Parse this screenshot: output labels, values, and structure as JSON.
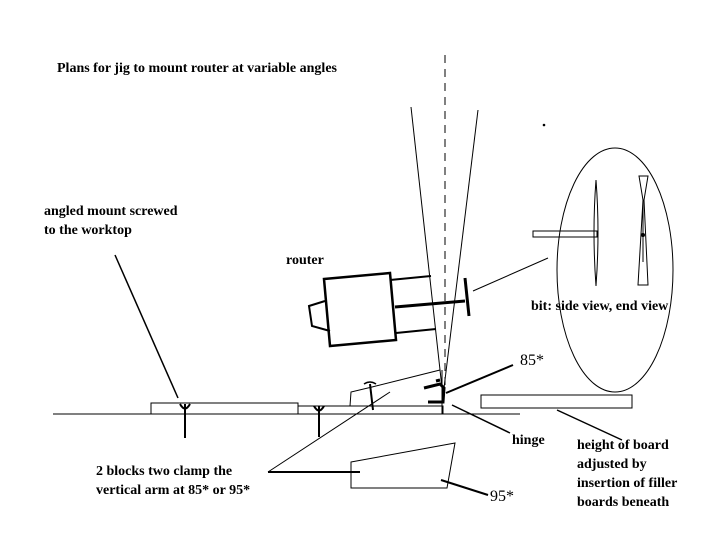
{
  "title": "Plans for jig to mount router at variable angles",
  "labels": {
    "angled_mount_line1": "angled mount screwed",
    "angled_mount_line2": "to the worktop",
    "router": "router",
    "bit_views": "bit: side view, end view",
    "angle_85": "85*",
    "hinge": "hinge",
    "angle_95": "95*",
    "blocks_line1": "2 blocks two clamp the",
    "blocks_line2": "vertical arm at 85* or 95*",
    "board_line1": "height of board",
    "board_line2": "adjusted by",
    "board_line3": "insertion of filler",
    "board_line4": "boards beneath"
  },
  "colors": {
    "ink": "#000000",
    "paper": "#ffffff"
  }
}
